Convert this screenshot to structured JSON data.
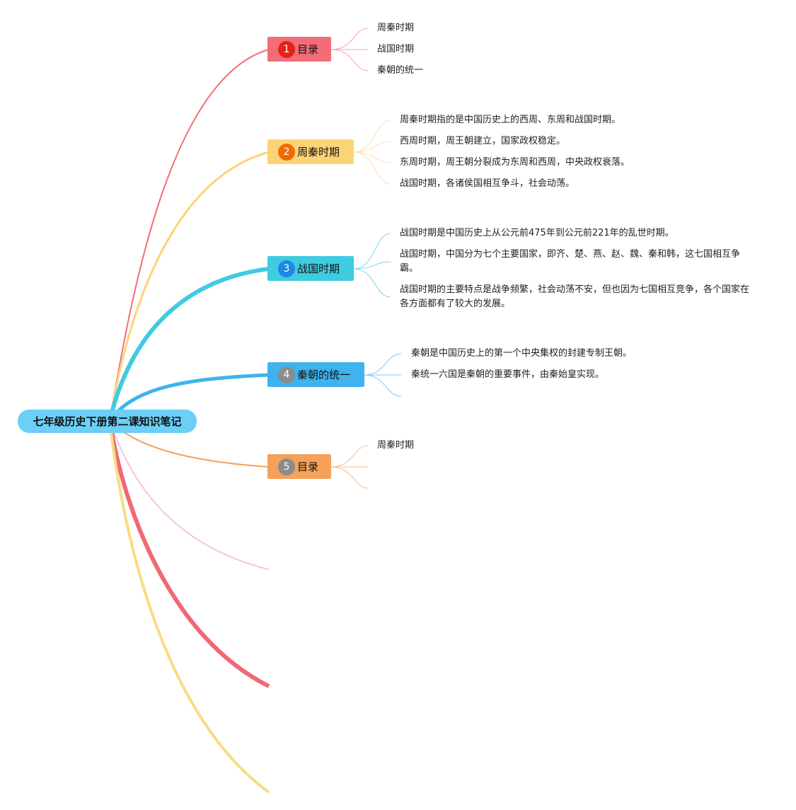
{
  "root": {
    "title": "七年级历史下册第二课知识笔记"
  },
  "colors": {
    "root": "#6bcff6",
    "branch1": "#f26d78",
    "branch2": "#fcd478",
    "branch3": "#3fcbe0",
    "branch4": "#3fb3ee",
    "branch5": "#f5a15a",
    "branch6": "#f7c3df",
    "branch7": "#f06975",
    "branch8": "#f8dc82"
  },
  "topics": [
    {
      "number": "1",
      "label": "目录",
      "color": "#f26d78",
      "badge_color": "#e2231a",
      "leaves": [
        "周秦时期",
        "战国时期",
        "秦朝的统一"
      ]
    },
    {
      "number": "2",
      "label": "周秦时期",
      "color": "#fcd478",
      "badge_color": "#ef6c00",
      "leaves": [
        "周秦时期指的是中国历史上的西周、东周和战国时期。",
        "西周时期，周王朝建立，国家政权稳定。",
        "东周时期，周王朝分裂成为东周和西周，中央政权衰落。",
        "战国时期，各诸侯国相互争斗，社会动荡。"
      ]
    },
    {
      "number": "3",
      "label": "战国时期",
      "color": "#3fcbe0",
      "badge_color": "#1e88e5",
      "leaves": [
        "战国时期是中国历史上从公元前475年到公元前221年的乱世时期。",
        "战国时期，中国分为七个主要国家，即齐、楚、燕、赵、魏、秦和韩，这七国相互争霸。",
        "战国时期的主要特点是战争频繁，社会动荡不安，但也因为七国相互竞争，各个国家在各方面都有了较大的发展。"
      ]
    },
    {
      "number": "4",
      "label": "秦朝的统一",
      "color": "#3fb3ee",
      "badge_color": "#8c8c8c",
      "leaves": [
        "秦朝是中国历史上的第一个中央集权的封建专制王朝。",
        "秦统一六国是秦朝的重要事件，由秦始皇实现。"
      ]
    },
    {
      "number": "5",
      "label": "目录",
      "color": "#f5a15a",
      "badge_color": "#8c8c8c",
      "leaves": [
        "周秦时期"
      ]
    }
  ]
}
